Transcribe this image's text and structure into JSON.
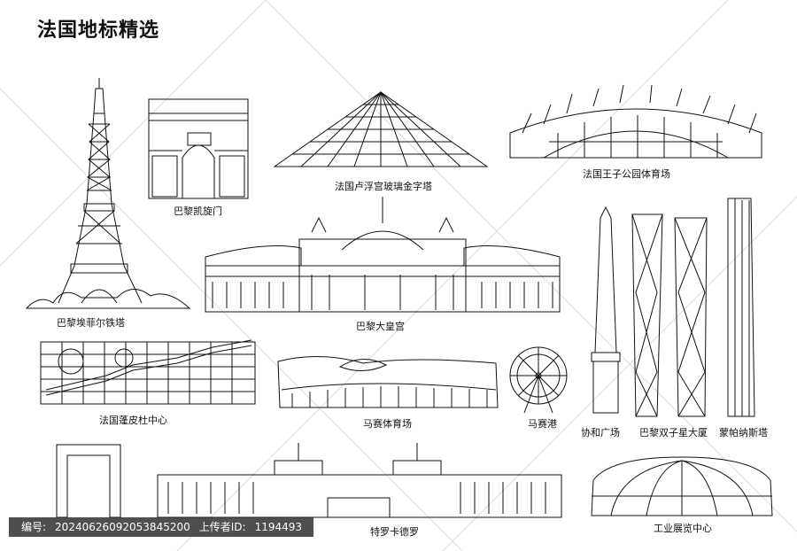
{
  "title": "法国地标精选",
  "captions": {
    "eiffel": "巴黎埃菲尔铁塔",
    "arc": "巴黎凯旋门",
    "louvre": "法国卢浮宫玻璃金字塔",
    "stadium_psg": "法国王子公园体育场",
    "grand_palais": "巴黎大皇宫",
    "pompidou": "法国蓬皮杜中心",
    "velodrome": "马赛体育场",
    "marseille_port": "马赛港",
    "concorde": "协和广场",
    "twin_towers": "巴黎双子星大厦",
    "montparnasse": "蒙帕纳斯塔",
    "trocadero": "特罗卡德罗",
    "cnit": "工业展览中心"
  },
  "footer": {
    "id_label": "编号:",
    "id_value": "20240626092053845200",
    "uploader_label": "上传者ID:",
    "uploader_value": "1194493"
  },
  "colors": {
    "line": "#111111",
    "background": "#ffffff",
    "footer_bg": "#333333"
  }
}
